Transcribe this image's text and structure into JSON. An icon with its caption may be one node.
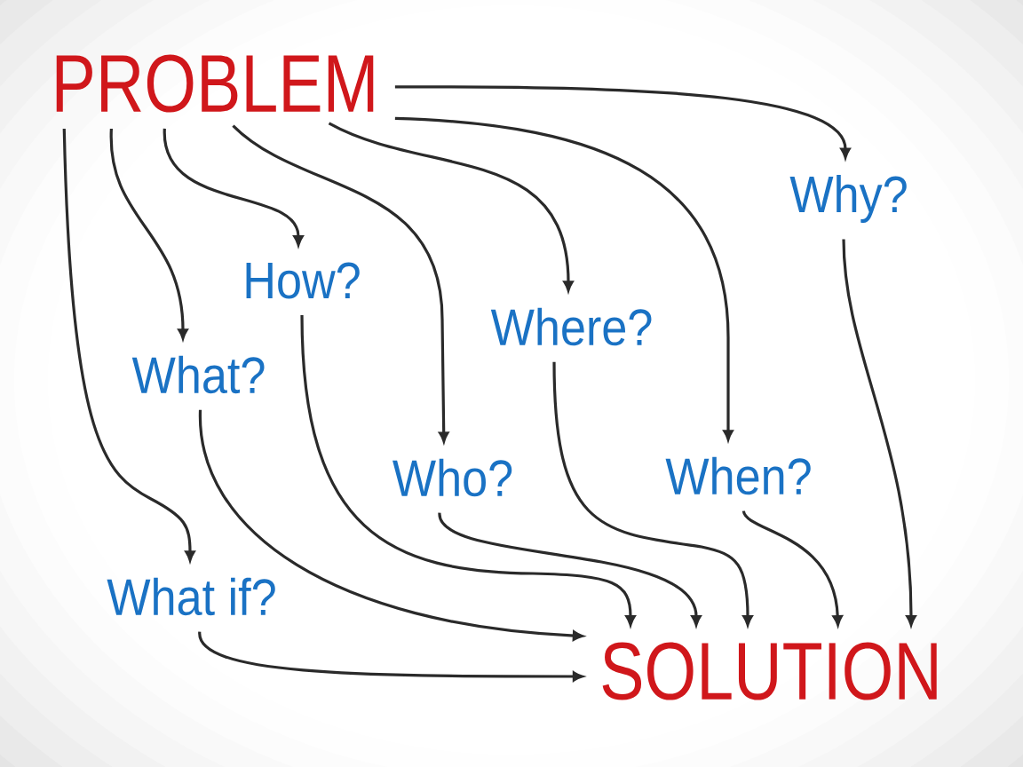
{
  "diagram": {
    "nodes": [
      {
        "text": [
          "PROBLEM"
        ]
      },
      {
        "text": [
          "Why?"
        ]
      },
      {
        "text": [
          "How?"
        ]
      },
      {
        "text": [
          "Where?"
        ]
      },
      {
        "text": [
          "What?"
        ]
      },
      {
        "text": [
          "Who?"
        ]
      },
      {
        "text": [
          "When?"
        ]
      },
      {
        "text": [
          "What if?"
        ]
      },
      {
        "text": [
          "SOLUTION"
        ]
      }
    ],
    "edges": [
      {
        "from": 0,
        "to": 1,
        "arrow": "to"
      },
      {
        "from": 0,
        "to": 7,
        "arrow": "to"
      },
      {
        "from": 0,
        "to": 4,
        "arrow": "to"
      },
      {
        "from": 0,
        "to": 2,
        "arrow": "to"
      },
      {
        "from": 0,
        "to": 5,
        "arrow": "to"
      },
      {
        "from": 0,
        "to": 3,
        "arrow": "to"
      },
      {
        "from": 0,
        "to": 6,
        "arrow": "to"
      },
      {
        "from": 1,
        "to": 8,
        "arrow": "to"
      },
      {
        "from": 2,
        "to": 8,
        "arrow": "to"
      },
      {
        "from": 3,
        "to": 8,
        "arrow": "to"
      },
      {
        "from": 4,
        "to": 8,
        "arrow": "to"
      },
      {
        "from": 5,
        "to": 8,
        "arrow": "to"
      },
      {
        "from": 6,
        "to": 8,
        "arrow": "to"
      },
      {
        "from": 7,
        "to": 8,
        "arrow": "to"
      }
    ]
  }
}
